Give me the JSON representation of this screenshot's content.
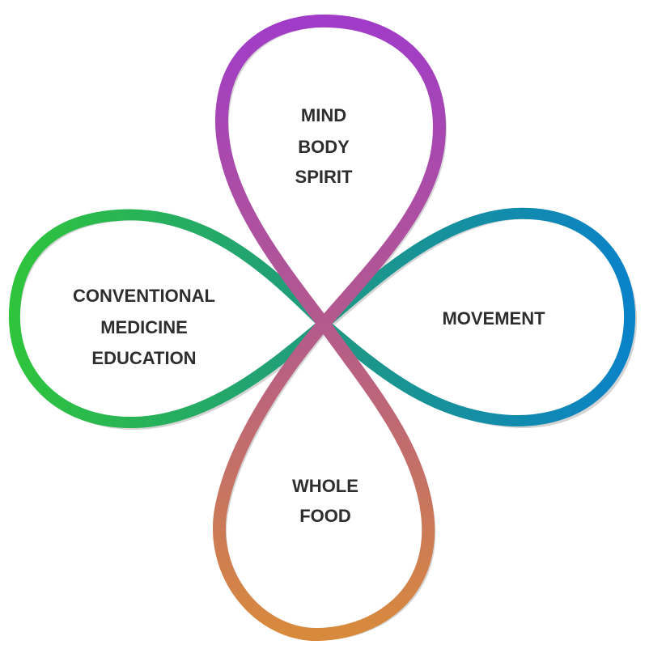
{
  "labels": {
    "top": [
      "MIND",
      "BODY",
      "SPIRIT"
    ],
    "left": [
      "CONVENTIONAL",
      "MEDICINE",
      "EDUCATION"
    ],
    "right": [
      "MOVEMENT"
    ],
    "bottom": [
      "WHOLE",
      "FOOD"
    ]
  },
  "colors": {
    "vertical_top": "#a03cc8",
    "vertical_mid": "#b45a8c",
    "vertical_bottom": "#d88a3c",
    "horizontal_left": "#2ec43c",
    "horizontal_mid": "#1f9a80",
    "horizontal_right": "#0a82c8",
    "shadow": "#d4d4d4",
    "text": "#2e2e2e"
  }
}
